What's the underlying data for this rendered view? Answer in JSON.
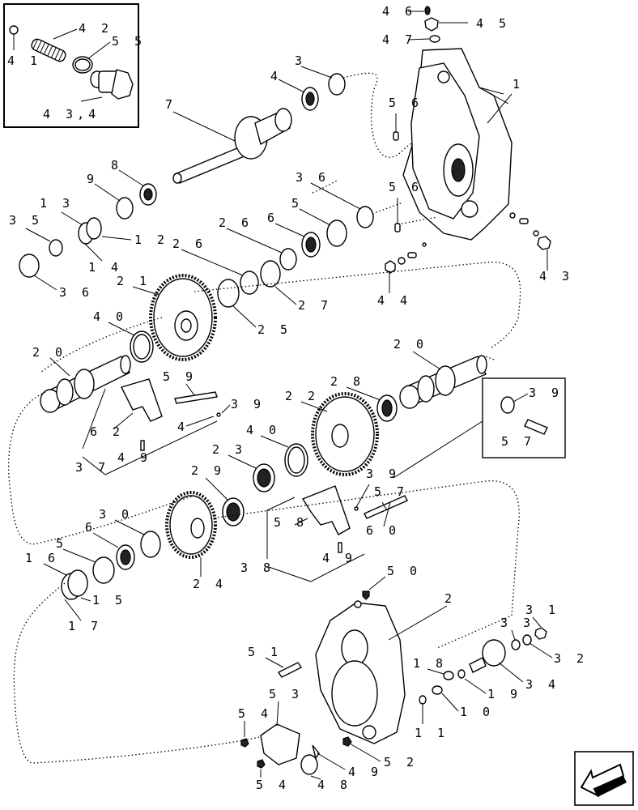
{
  "diagram": {
    "labels": {
      "l1": "1",
      "l2": "2",
      "l3": "3",
      "l4": "4",
      "l5": "5",
      "l6": "6",
      "l7": "7",
      "l8": "8",
      "l9": "9",
      "l10": "1 0",
      "l11": "1 1",
      "l12": "1 2",
      "l13": "1 3",
      "l14": "1 4",
      "l15": "1 5",
      "l16": "1 6",
      "l17": "1 7",
      "l18": "1 8",
      "l19": "1 9",
      "l20a": "2 0",
      "l20b": "2 0",
      "l21": "2 1",
      "l22": "2 2",
      "l23": "2 3",
      "l24": "2 4",
      "l25": "2 5",
      "l26a": "2 6",
      "l26b": "2 6",
      "l27": "2 7",
      "l28": "2 8",
      "l29": "2 9",
      "l30": "3 0",
      "l31": "3 1",
      "l32": "3 2",
      "l33": "3 3",
      "l34": "3 4",
      "l35": "3 5",
      "l36a": "3 6",
      "l36b": "3 6",
      "l37": "3 7",
      "l38": "3 8",
      "l39a": "3 9",
      "l39b": "3 9",
      "l39c": "3 9",
      "l40a": "4 0",
      "l40b": "4 0",
      "l41": "4 1",
      "l42": "4 2",
      "l43a": "4 3,4",
      "l43b": "4 3",
      "l44": "4 4",
      "l45": "4 5",
      "l46": "4 6",
      "l47": "4 7",
      "l48": "4 8",
      "l49a": "4 9",
      "l49b": "4 9",
      "l49c": "4 9",
      "l50": "5 0",
      "l51": "5 1",
      "l52": "5 2",
      "l53": "5 3",
      "l54a": "5 4",
      "l54b": "5 4",
      "l55": "5 5",
      "l56a": "5 6",
      "l56b": "5 6",
      "l57a": "5 7",
      "l57b": "5 7",
      "l58": "5 8",
      "l59": "5 9",
      "l60": "6 0",
      "l62": "6 2",
      "l4b": "4"
    }
  }
}
